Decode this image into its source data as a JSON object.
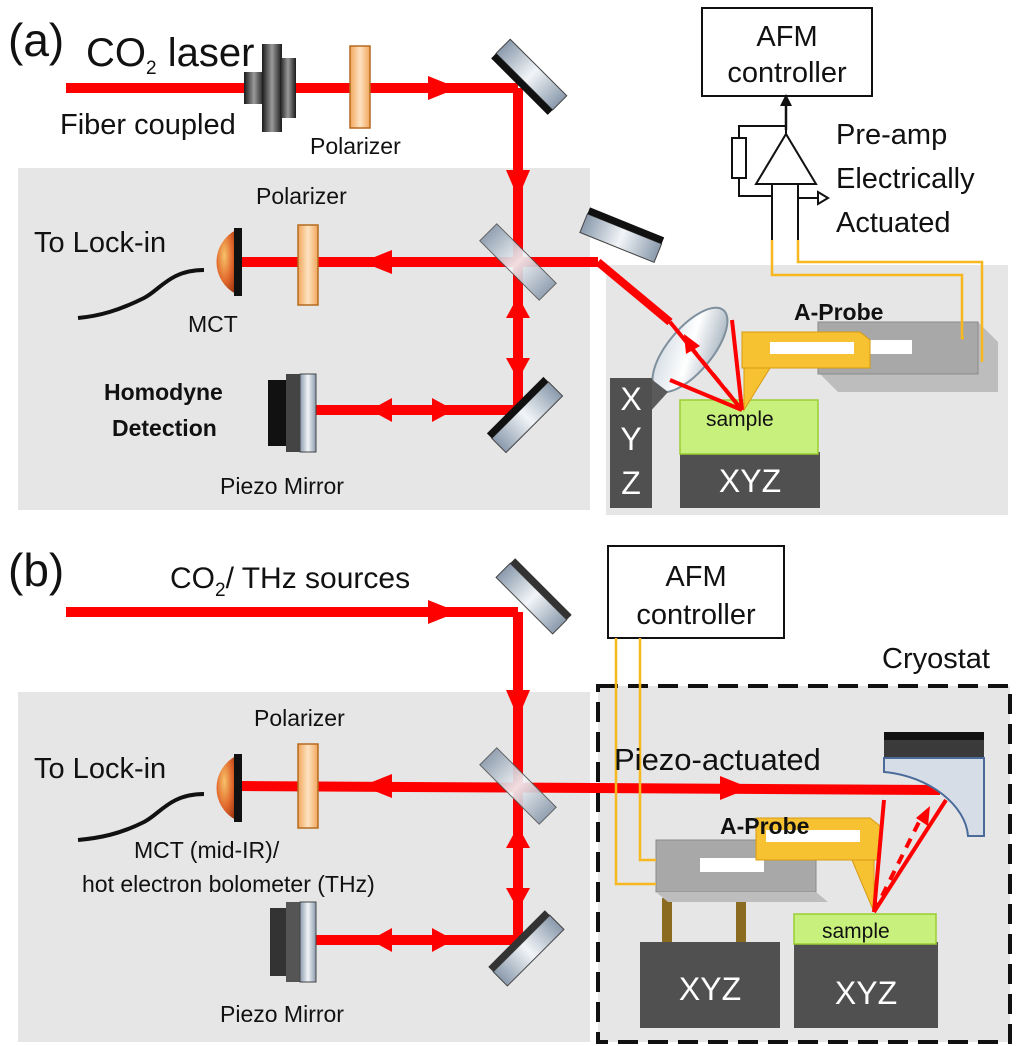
{
  "panel_a": {
    "label": "(a)",
    "source_prefix": "CO",
    "source_sub": "2",
    "source_suffix": " laser",
    "fiber": "Fiber coupled",
    "polarizer_top": "Polarizer",
    "polarizer_det": "Polarizer",
    "lockin": "To Lock-in",
    "detector": "MCT",
    "homodyne_1": "Homodyne",
    "homodyne_2": "Detection",
    "piezo_mirror": "Piezo Mirror",
    "afm_1": "AFM",
    "afm_2": "controller",
    "preamp": "Pre-amp",
    "elec_1": "Electrically",
    "elec_2": "Actuated",
    "aprobe": "A-Probe",
    "sample": "sample",
    "xyz_stage": "XYZ",
    "xyz_v": [
      "X",
      "Y",
      "Z"
    ]
  },
  "panel_b": {
    "label": "(b)",
    "source_prefix": "CO",
    "source_sub": "2",
    "source_suffix": "/ THz sources",
    "afm_1": "AFM",
    "afm_2": "controller",
    "cryostat": "Cryostat",
    "piezo_actuated": "Piezo-actuated",
    "polarizer": "Polarizer",
    "lockin": "To Lock-in",
    "detector_1": "MCT (mid-IR)/",
    "detector_2": "hot electron bolometer (THz)",
    "aprobe": "A-Probe",
    "sample": "sample",
    "xyz_left": "XYZ",
    "xyz_right": "XYZ",
    "piezo_mirror": "Piezo Mirror"
  },
  "colors": {
    "beam": "#ff0000",
    "panel_bg": "#e6e6e6",
    "probe_gold": "#f6c232",
    "wire": "#f7b81f",
    "sample": "#c8f07c",
    "stage": "#505050",
    "cantilever_gray": "#a8a8a8"
  }
}
